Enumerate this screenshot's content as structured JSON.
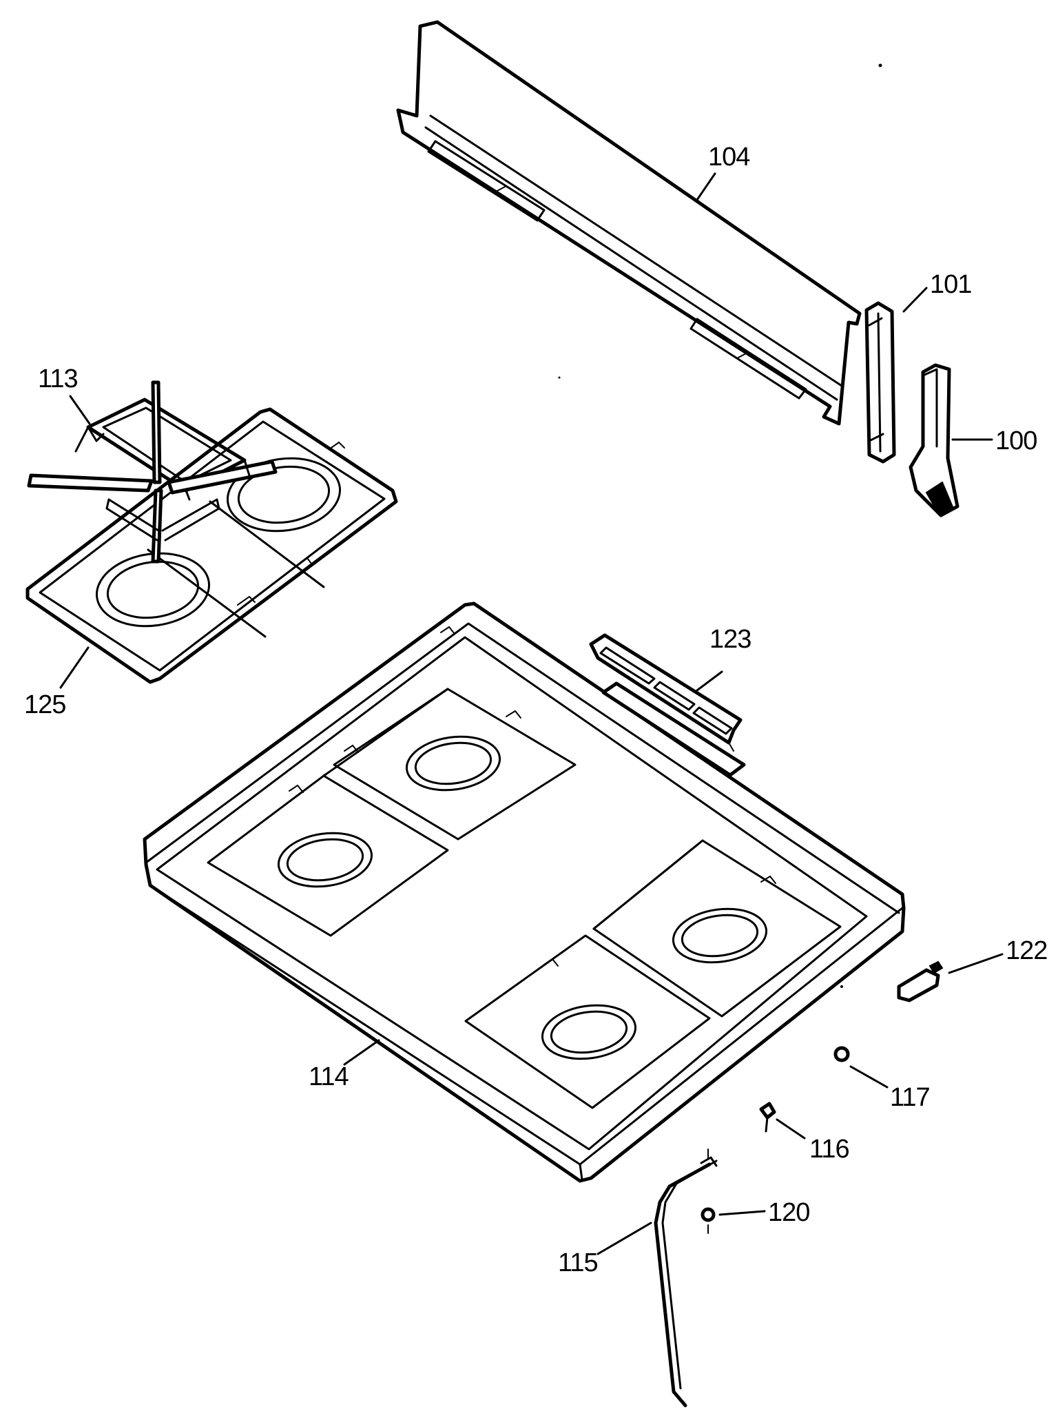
{
  "callouts": {
    "c100": "100",
    "c101": "101",
    "c104": "104",
    "c113": "113",
    "c114": "114",
    "c115": "115",
    "c116": "116",
    "c117": "117",
    "c120": "120",
    "c122": "122",
    "c123": "123",
    "c125": "125"
  },
  "colors": {
    "line": "#000000",
    "background": "#ffffff"
  }
}
